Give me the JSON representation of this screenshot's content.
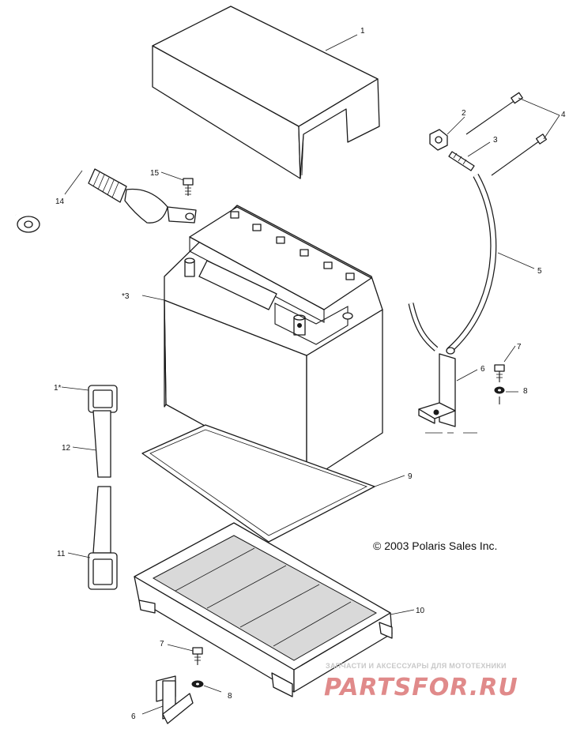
{
  "copyright": "© 2003 Polaris Sales Inc.",
  "watermark": {
    "tagline": "ЗАПЧАСТИ И АКСЕССУАРЫ ДЛЯ МОТОТЕХНИКИ",
    "brand": "PARTSFOR.RU"
  },
  "callouts": {
    "c1": "1",
    "c2": "2",
    "c3": "3",
    "c4": "4",
    "c5": "5",
    "c6a": "6",
    "c7a": "7",
    "c8a": "8",
    "c13": "*3",
    "c1b": "1*",
    "c12": "12",
    "c11": "11",
    "c9": "9",
    "c10": "10",
    "c14": "14",
    "c15": "15",
    "c7b": "7",
    "c8b": "8",
    "c6b": "6"
  }
}
